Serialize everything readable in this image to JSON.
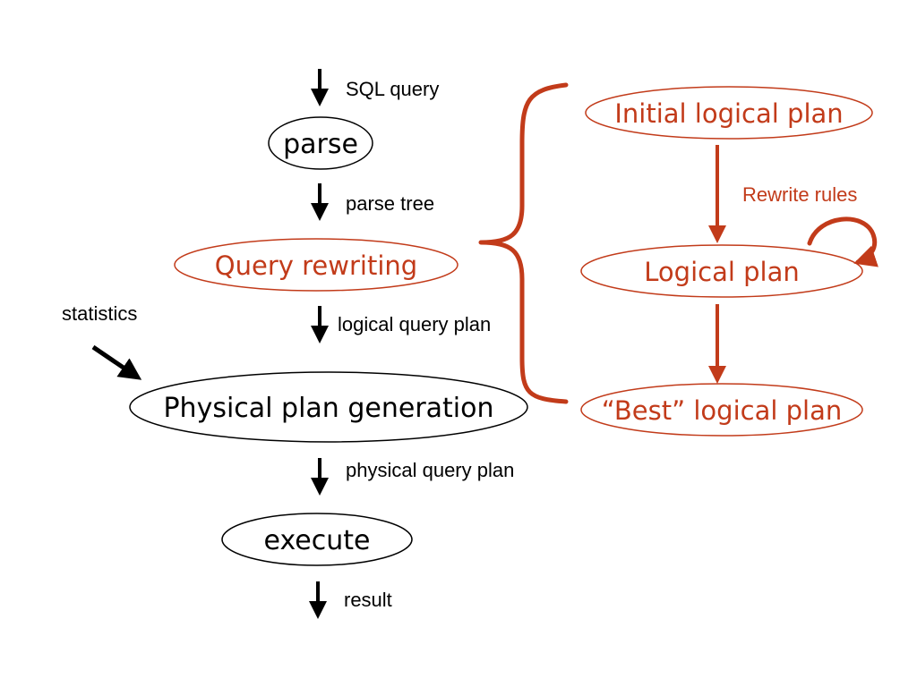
{
  "colors": {
    "black": "#000000",
    "accent": "#c23b1a"
  },
  "pipeline": {
    "steps": {
      "parse": "parse",
      "query_rewriting": "Query rewriting",
      "physical_plan_generation": "Physical plan generation",
      "execute": "execute"
    },
    "edge_labels": {
      "sql_query": "SQL query",
      "parse_tree": "parse tree",
      "logical_query_plan": "logical query plan",
      "physical_query_plan": "physical query plan",
      "result": "result"
    },
    "side_input": "statistics"
  },
  "rewriting_detail": {
    "nodes": {
      "initial_logical_plan": "Initial logical plan",
      "logical_plan": "Logical plan",
      "best_logical_plan": "“Best” logical plan"
    },
    "loop_label": "Rewrite rules"
  }
}
